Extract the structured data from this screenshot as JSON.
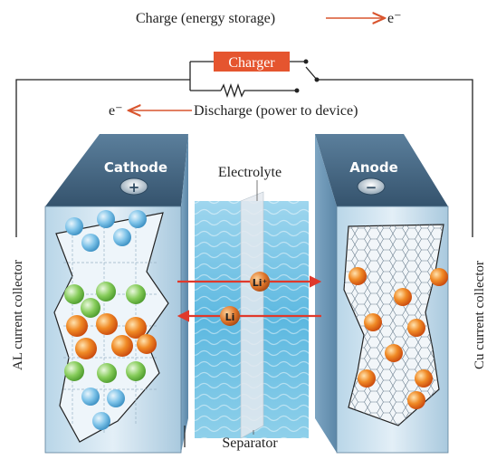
{
  "labels": {
    "charge": "Charge (energy storage)",
    "charge_electron": "e⁻",
    "charger": "Charger",
    "discharge_electron": "e⁻",
    "discharge": "Discharge (power to device)",
    "cathode": "Cathode",
    "anode": "Anode",
    "cathode_sign": "+",
    "anode_sign": "−",
    "electrolyte": "Electrolyte",
    "separator": "Separator",
    "li_plus": "Li⁺",
    "li": "Li",
    "al_collector": "AL current collector",
    "cu_collector": "Cu current collector"
  },
  "colors": {
    "charger_box": "#e5552f",
    "arrow_orange": "#d9552e",
    "arrow_red": "#e0392b",
    "li_ion": "#e8701e",
    "cathode_blue": "#6fb6e0",
    "cathode_green": "#72c04a",
    "electrolyte": "#6fc2e4",
    "cell_header": "#3d5d78"
  },
  "icons": {
    "resistor": "resistor-icon",
    "switch": "switch-icon"
  }
}
